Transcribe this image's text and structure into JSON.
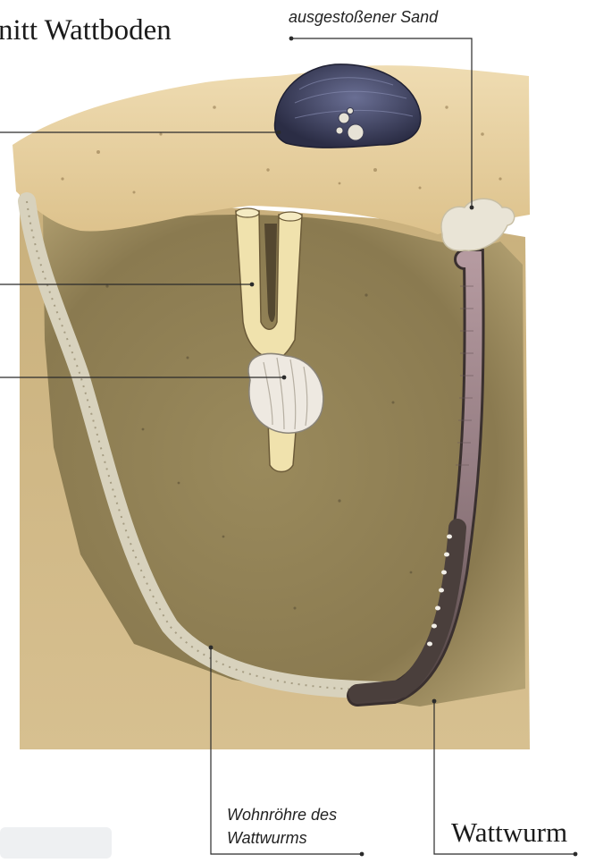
{
  "title": "nitt Wattboden",
  "labels": {
    "expelled_sand": "ausgestoßener Sand",
    "tube_line1": "Wohnröhre des",
    "tube_line2": "Wattwurms",
    "lugworm": "Wattwurm"
  },
  "colors": {
    "sand_light": "#ead4a6",
    "sand_mid": "#d9bd84",
    "mud_dark": "#8a7a52",
    "mud_mid": "#a49468",
    "worm_dark": "#4a3f3c",
    "worm_light": "#a38a8e",
    "mussel": "#3e4262",
    "clam": "#e8e3db",
    "leader_line": "#2b2b2b"
  },
  "icons": [
    "mussel-icon",
    "cockle-icon",
    "lugworm-icon",
    "worm-cast-icon",
    "siphon-tube-icon"
  ]
}
